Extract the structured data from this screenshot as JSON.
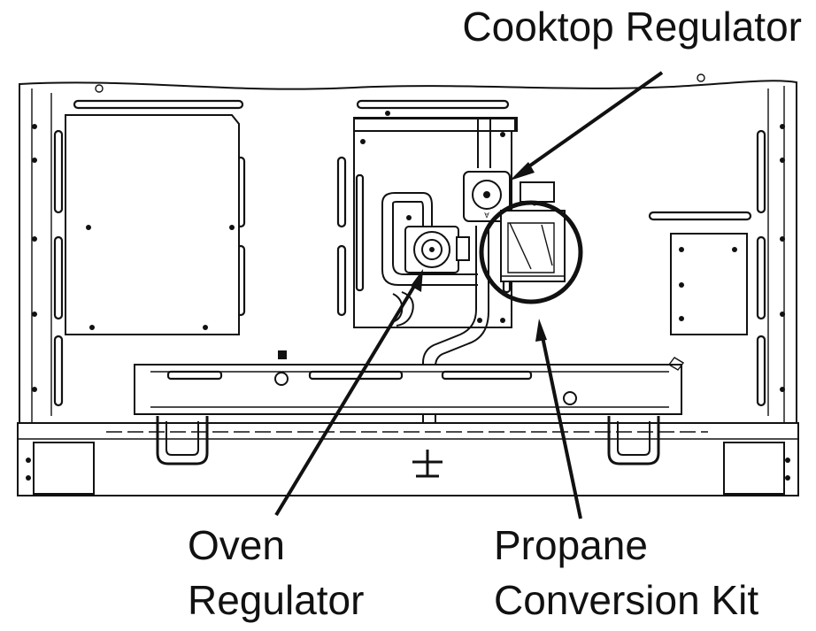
{
  "labels": {
    "cooktop_regulator": "Cooktop Regulator",
    "oven_regulator_line1": "Oven",
    "oven_regulator_line2": "Regulator",
    "propane_kit_line1": "Propane",
    "propane_kit_line2": "Conversion Kit"
  },
  "colors": {
    "line": "#111111",
    "background": "#ffffff"
  }
}
